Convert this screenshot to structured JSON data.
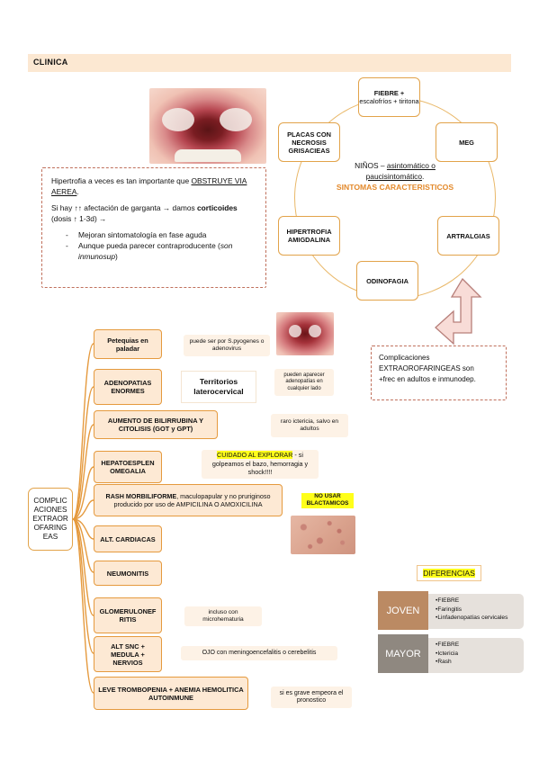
{
  "section_title": "CLINICA",
  "hipertrofia_box": {
    "p1_a": "Hipertrofia a veces es tan importante que ",
    "p1_b": "OBSTRUYE VIA AEREA",
    "p1_c": ".",
    "p2_a": "Si hay ↑↑ afectación de garganta → damos ",
    "p2_b": "corticoides",
    "p2_c": " (dosis ↑ 1-3d) →",
    "bullet1": "Mejoran sintomatología en fase aguda",
    "bullet2_a": "Aunque pueda parecer contraproducente (",
    "bullet2_b": "son inmunosup",
    "bullet2_c": ")"
  },
  "cycle": {
    "fiebre": "FIEBRE +",
    "fiebre_sub": "escalofríos + tiritona",
    "meg": "MEG",
    "artralgias": "ARTRALGIAS",
    "odinofagia": "ODINOFAGIA",
    "hipertrofia": "HIPERTROFIA AMIGDALINA",
    "placas": "PLACAS CON NECROSIS GRISACIEAS",
    "center_a": "NIÑOS – ",
    "center_b": "asintomático o paucisintomático",
    "center_c": ".",
    "center_orange": "SINTOMAS CARACTERISTICOS"
  },
  "complicaciones_box": {
    "line1": "Complicaciones",
    "line2": "EXTRAOROFARINGEAS son",
    "line3": "+frec en adultos e inmunodep."
  },
  "tree": {
    "root": "COMPLIC ACIONES EXTRAOR OFARING EAS",
    "petequias": "Petequias en paladar",
    "petequias_note": "puede ser por S.pyogenes o adenovirus",
    "adenopatias": "ADENOPATIAS ENORMES",
    "territorios": "Territorios laterocervical",
    "adenopatias_note": "pueden aparecer adenopatías en cualquier lado",
    "bilirrubina": "AUMENTO DE BILIRRUBINA Y CITOLISIS (GOT y GPT)",
    "bilirrubina_note": "raro ictericia, salvo en adultos",
    "hepato": "HEPATOESPLEN OMEGALIA",
    "hepato_note_hl": "CUIDADO AL EXPLORAR",
    "hepato_note_rest": " - si golpeamos el bazo, hemorragia y shock!!!!",
    "rash_bold": "RASH MORBILIFORME",
    "rash_rest": ", maculopapular y no pruriginoso producido por uso de AMPICILINA O AMOXICILINA",
    "no_usar": "NO USAR BLACTAMICOS",
    "cardiacas": "ALT. CARDIACAS",
    "neumonitis": "NEUMONITIS",
    "glomerulo": "GLOMERULONEF RITIS",
    "glomerulo_note": "incluso con microhematuria",
    "snc": "ALT SNC + MEDULA + NERVIOS",
    "snc_note": "OJO con meningoencefalitis o cerebelitis",
    "trombo": "LEVE TROMBOPENIA + ANEMIA HEMOLITICA AUTOINMUNE",
    "trombo_note": "si es grave empeora el pronostico"
  },
  "diferencias": {
    "title": "DIFERENCIAS",
    "joven_label": "JOVEN",
    "joven_items": [
      "FIEBRE",
      "Faringitis",
      "Linfadenopatías cervicales"
    ],
    "mayor_label": "MAYOR",
    "mayor_items": [
      "FIEBRE",
      "Ictericia",
      "Rash"
    ]
  },
  "colors": {
    "header_bg": "#fce8d2",
    "node_border": "#e59a3e",
    "node_fill": "#fde9d4",
    "highlight": "#ffff1a",
    "orange_text": "#e3892b",
    "joven_fill": "#bb8a63"
  }
}
